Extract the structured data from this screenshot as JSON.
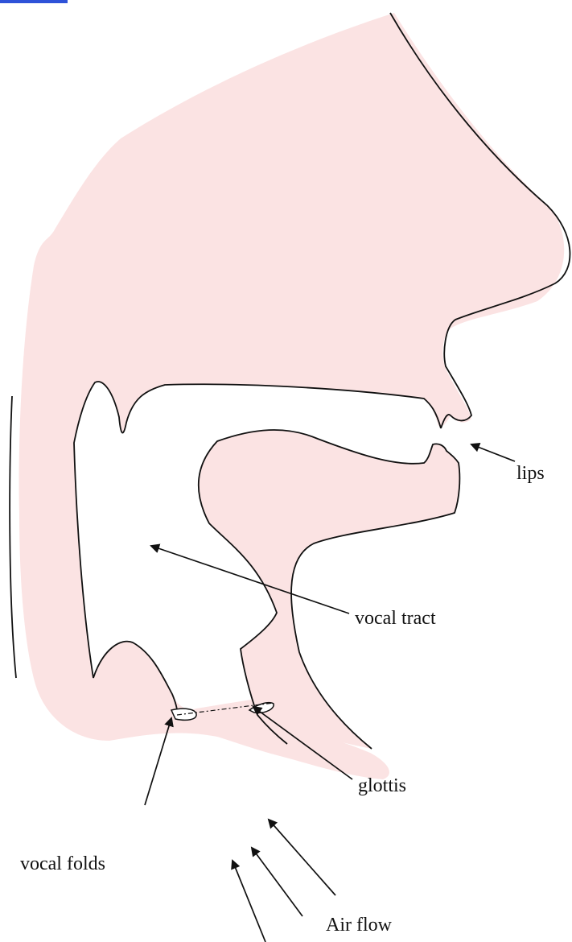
{
  "diagram": {
    "colors": {
      "tissue_fill": "#fbe3e3",
      "outline": "#111111",
      "arrow": "#111111",
      "corner_mark": "#2e52d8"
    },
    "labels": {
      "lips": "lips",
      "vocal_tract": "vocal tract",
      "glottis": "glottis",
      "vocal_folds": "vocal folds",
      "air_flow": "Air flow"
    }
  }
}
